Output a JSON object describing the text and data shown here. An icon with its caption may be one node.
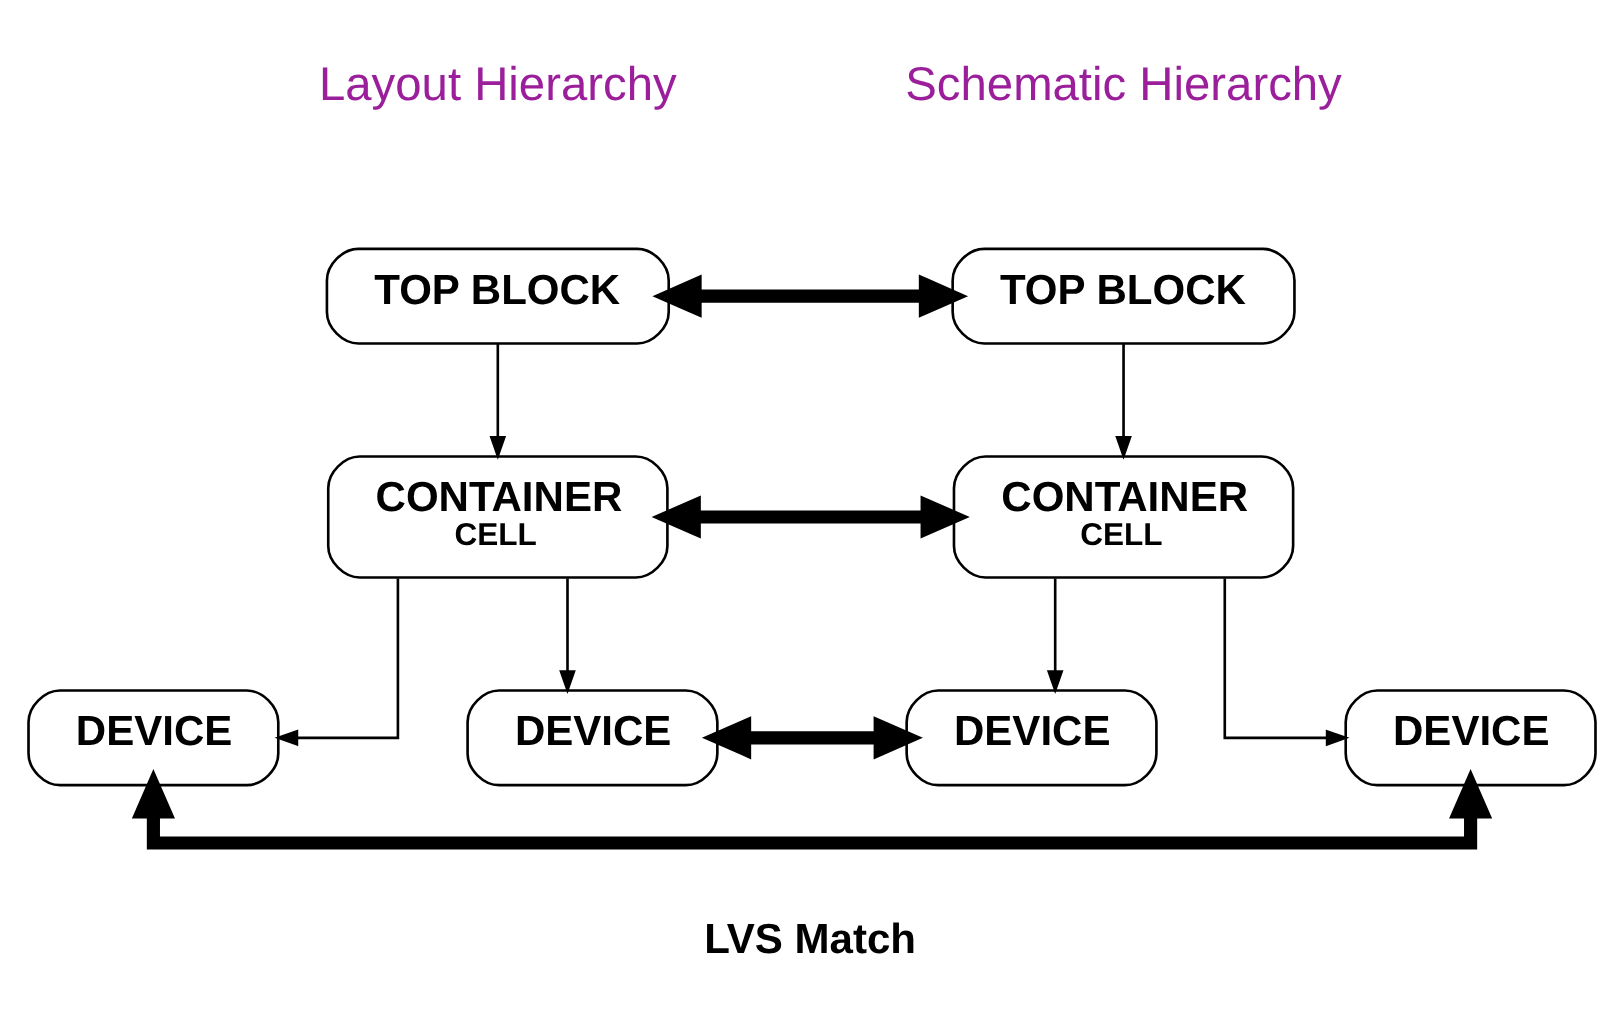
{
  "diagram": {
    "nodes": [
      {
        "text": [
          "TOP BLOCK"
        ]
      },
      {
        "text": [
          "CONTAINER",
          "CELL"
        ]
      },
      {
        "text": [
          "DEVICE"
        ]
      },
      {
        "text": [
          "DEVICE"
        ]
      },
      {
        "text": [
          "TOP BLOCK"
        ]
      },
      {
        "text": [
          "CONTAINER",
          "CELL"
        ]
      },
      {
        "text": [
          "DEVICE"
        ]
      },
      {
        "text": [
          "DEVICE"
        ]
      }
    ],
    "edges": [
      {
        "from": 0,
        "to": 1,
        "arrow": "to"
      },
      {
        "from": 1,
        "to": 2,
        "arrow": "to"
      },
      {
        "from": 1,
        "to": 3,
        "arrow": "to"
      },
      {
        "from": 4,
        "to": 5,
        "arrow": "to"
      },
      {
        "from": 5,
        "to": 6,
        "arrow": "to"
      },
      {
        "from": 5,
        "to": 7,
        "arrow": "to"
      },
      {
        "from": 0,
        "to": 4,
        "arrow": "both",
        "style": "thick"
      },
      {
        "from": 1,
        "to": 5,
        "arrow": "both",
        "style": "thick"
      },
      {
        "from": 3,
        "to": 6,
        "arrow": "both",
        "style": "thick"
      },
      {
        "from": 2,
        "to": 7,
        "arrow": "both",
        "style": "thick"
      }
    ],
    "labels": [
      "Layout Hierarchy",
      "Schematic Hierarchy",
      "LVS Match"
    ]
  }
}
